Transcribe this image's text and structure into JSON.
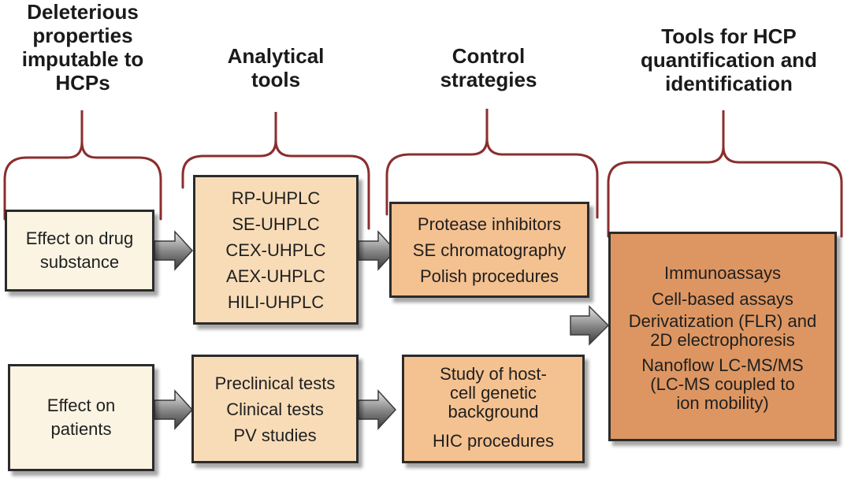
{
  "headings": {
    "col1": [
      "Deleterious",
      "properties",
      "imputable to",
      "HCPs"
    ],
    "col2": [
      "Analytical",
      "tools"
    ],
    "col3": [
      "Control",
      "strategies"
    ],
    "col4": [
      "Tools for HCP",
      "quantification and",
      "identification"
    ]
  },
  "boxes": {
    "drug_substance": [
      "Effect on drug",
      "substance"
    ],
    "analytical_list": [
      "RP-UHPLC",
      "SE-UHPLC",
      "CEX-UHPLC",
      "AEX-UHPLC",
      "HILI-UHPLC"
    ],
    "control_list": [
      "Protease inhibitors",
      "SE chromatography",
      "Polish procedures"
    ],
    "patients": [
      "Effect on",
      "patients"
    ],
    "tests_list": [
      "Preclinical tests",
      "Clinical tests",
      "PV studies"
    ],
    "host_cell": [
      "Study of host-",
      "cell genetic",
      "background"
    ],
    "hic": "HIC procedures",
    "tools_list": {
      "immuno": "Immunoassays",
      "cell": "Cell-based assays",
      "deriv": [
        "Derivatization (FLR) and",
        "2D electrophoresis"
      ],
      "nano": [
        "Nanoflow LC-MS/MS",
        "(LC-MS coupled to",
        "ion mobility)"
      ]
    }
  },
  "colors": {
    "bracket": "#8b2e2e",
    "arrow_light": "#e6e6e6",
    "arrow_dark": "#3a3a3a",
    "border": "#2b2b2b"
  }
}
